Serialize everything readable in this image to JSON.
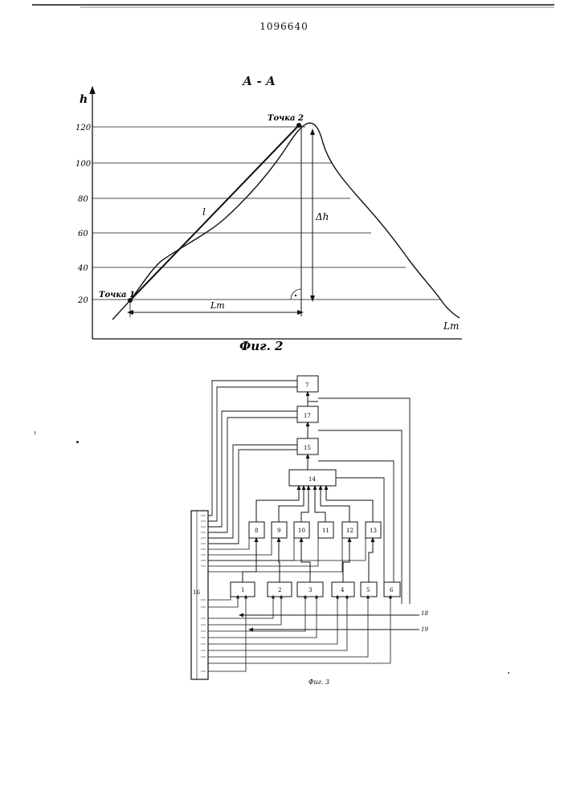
{
  "header": {
    "patent_number": "1096640"
  },
  "figure2": {
    "section_title": "А - А",
    "caption": "Фиг. 2",
    "y_axis_label": "h",
    "x_axis_label": "Lт",
    "ticks": [
      "20",
      "40",
      "60",
      "80",
      "100",
      "120"
    ],
    "point1_label": "Точка 1",
    "point2_label": "Точка 2",
    "line_label": "l",
    "dim_horizontal": "Lт",
    "dim_vertical": "Δh"
  },
  "figure3": {
    "caption": "Фиг. 3",
    "bus_label": "16",
    "output_labels": [
      "18",
      "19"
    ],
    "blocks": {
      "b7": "7",
      "b17": "17",
      "b15": "15",
      "b14": "14",
      "b8": "8",
      "b9": "9",
      "b10": "10",
      "b11": "11",
      "b12": "12",
      "b13": "13",
      "b1": "1",
      "b2": "2",
      "b3": "3",
      "b4": "4",
      "b5": "5",
      "b6": "6"
    }
  }
}
